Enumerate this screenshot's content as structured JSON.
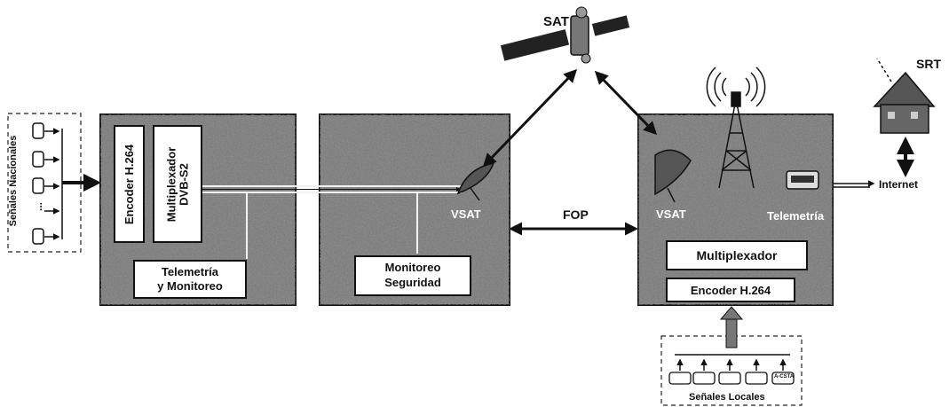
{
  "left_input": {
    "label": "Señales Nacionales",
    "ellipsis": "..."
  },
  "national_station": {
    "encoder": "Encoder H.264",
    "multiplexer_line1": "Multiplexador",
    "multiplexer_line2": "DVB-S2",
    "telemetry_line1": "Telemetría",
    "telemetry_line2": "y Monitoreo"
  },
  "middle_station": {
    "monitor_line1": "Monitoreo",
    "monitor_line2": "Seguridad",
    "vsat": "VSAT"
  },
  "satellite": {
    "label": "SAT"
  },
  "link": {
    "label": "FOP"
  },
  "local_station": {
    "vsat": "VSAT",
    "telemetry": "Telemetría",
    "multiplexer": "Multiplexador",
    "encoder": "Encoder H.264"
  },
  "srt": {
    "label": "SRT"
  },
  "internet": {
    "label": "Internet"
  },
  "local_signals": {
    "label": "Señales Locales",
    "sources": [
      "",
      "",
      "",
      "",
      "A-CSTA"
    ]
  },
  "colors": {
    "panel_fill": "#8a8a8a",
    "line": "#111111",
    "box_fill": "#ffffff"
  }
}
